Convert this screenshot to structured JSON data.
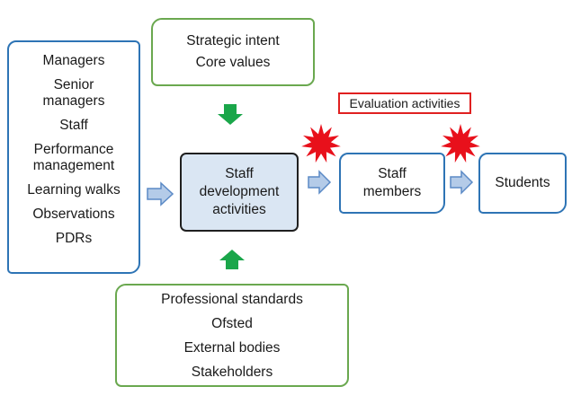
{
  "diagram": {
    "left_box": {
      "items": [
        "Managers",
        "Senior managers",
        "Staff",
        "Performance management",
        "Learning walks",
        "Observations",
        "PDRs"
      ]
    },
    "top_box": {
      "lines": [
        "Strategic intent",
        "Core values"
      ]
    },
    "bottom_box": {
      "lines": [
        "Professional standards",
        "Ofsted",
        "External bodies",
        "Stakeholders"
      ]
    },
    "center_box": {
      "label": "Staff development activities"
    },
    "staff_box": {
      "label": "Staff members"
    },
    "students_box": {
      "label": "Students"
    },
    "evaluation_label": "Evaluation activities",
    "colors": {
      "blue_border": "#2e74b5",
      "green_border": "#6aa84f",
      "center_fill": "#dae6f3",
      "green_arrow": "#1aa64a",
      "blue_arrow_fill": "#b4cbe8",
      "blue_arrow_stroke": "#5b8ac6",
      "burst": "#e8101b",
      "evaluation_border": "#e02020"
    }
  }
}
